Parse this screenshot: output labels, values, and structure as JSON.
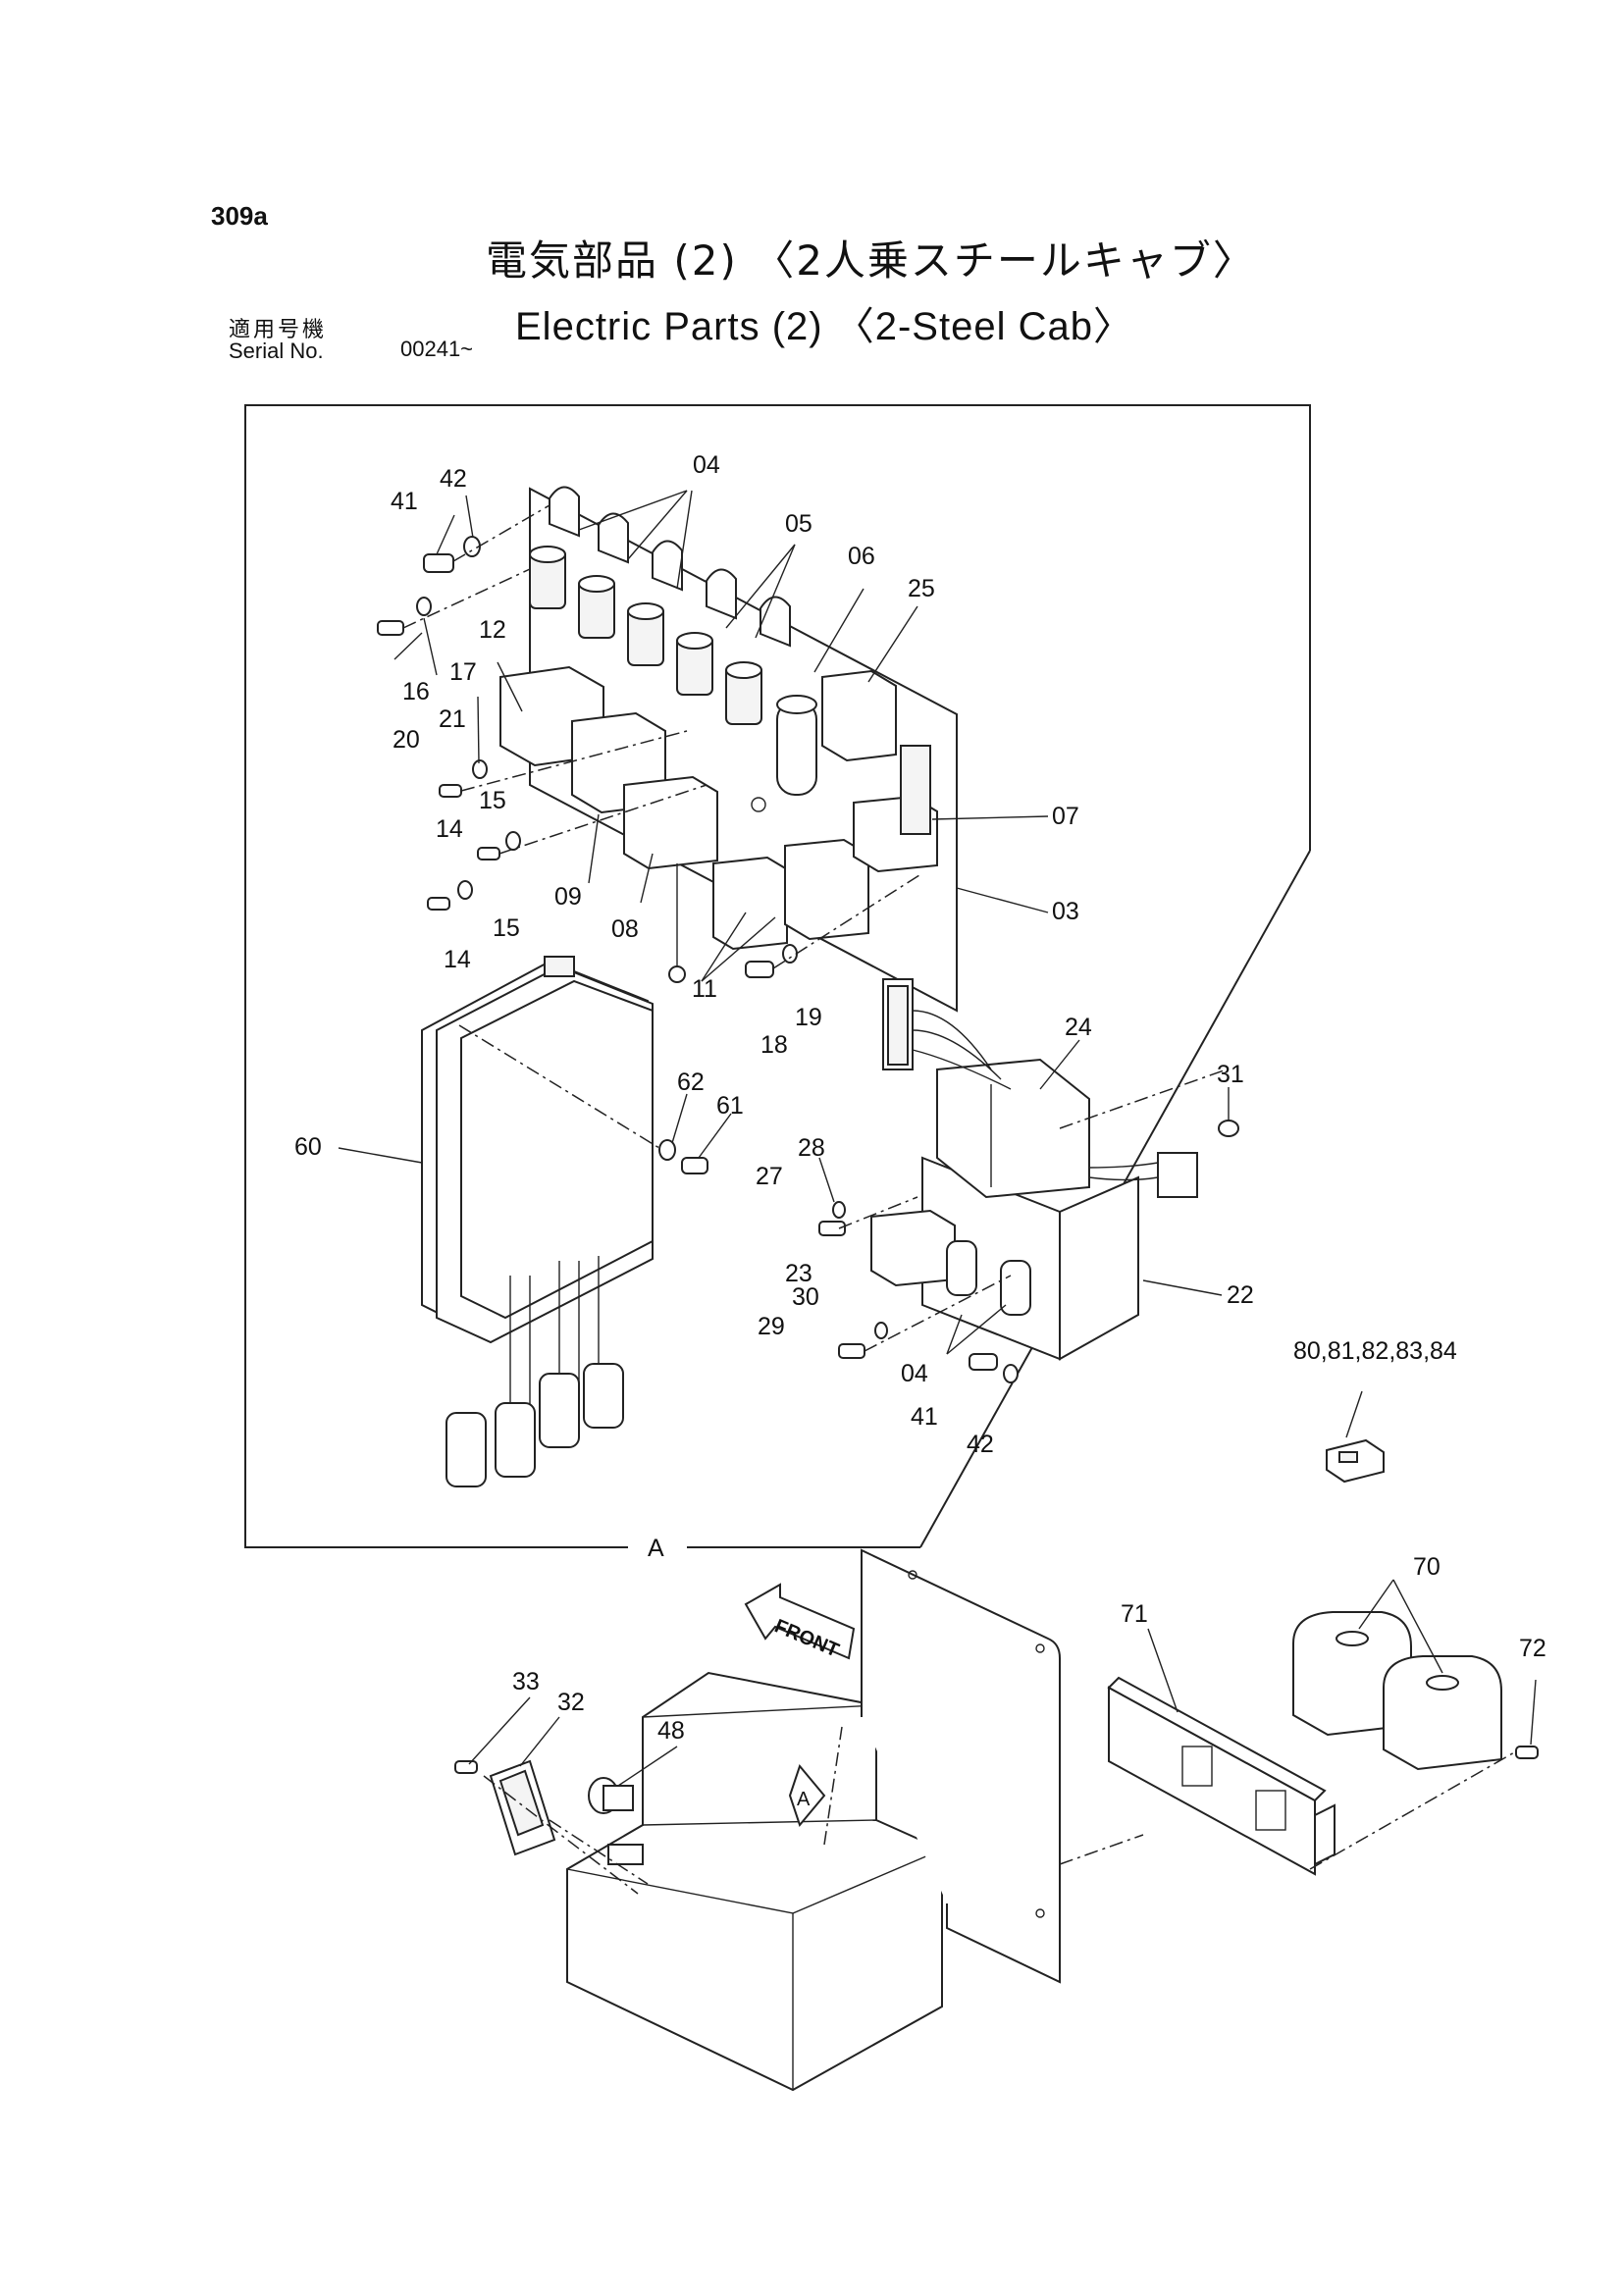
{
  "page_number": "309a",
  "title_jp": "電気部品 (2) 〈2人乗スチールキャブ〉",
  "title_en": "Electric Parts (2) 〈2-Steel Cab〉",
  "serial_label_jp": "適用号機",
  "serial_label_en": "Serial No.",
  "serial_value": "00241~",
  "detail_view_label": "A",
  "front_label": "FRONT",
  "view_marker": "A",
  "part_labels": {
    "p04a": "04",
    "p42a": "42",
    "p41a": "41",
    "p05": "05",
    "p06": "06",
    "p25": "25",
    "p16": "16",
    "p17": "17",
    "p12": "12",
    "p21": "21",
    "p20": "20",
    "p15a": "15",
    "p14a": "14",
    "p07": "07",
    "p09": "09",
    "p08": "08",
    "p03": "03",
    "p15b": "15",
    "p14b": "14",
    "p11": "11",
    "p18": "18",
    "p19": "19",
    "p24": "24",
    "p31": "31",
    "p62": "62",
    "p61": "61",
    "p60": "60",
    "p28": "28",
    "p27": "27",
    "p23": "23",
    "p30": "30",
    "p29": "29",
    "p22": "22",
    "p04b": "04",
    "p41b": "41",
    "p42b": "42",
    "p80": "80,81,82,83,84",
    "p70": "70",
    "p71": "71",
    "p72": "72",
    "p33": "33",
    "p32": "32",
    "p48": "48"
  }
}
